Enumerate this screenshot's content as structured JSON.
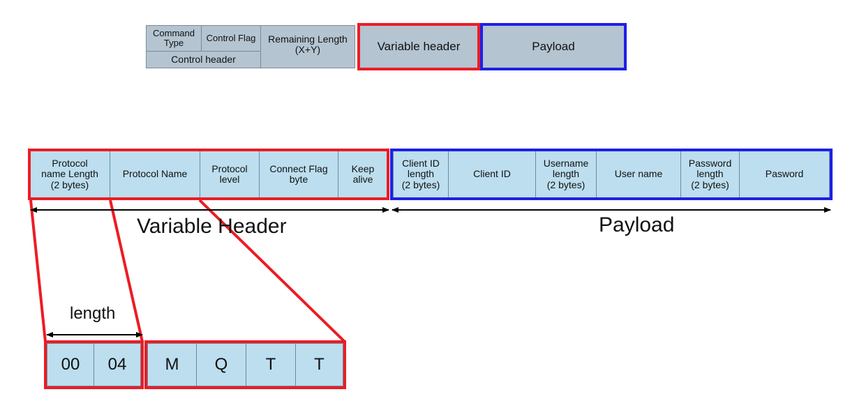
{
  "top": {
    "command_type": "Command\nType",
    "control_flag": "Control Flag",
    "remaining_length": "Remaining Length\n(X+Y)",
    "control_header": "Control header",
    "variable_header": "Variable header",
    "payload": "Payload"
  },
  "variable_header_fields": [
    "Protocol\nname Length\n(2 bytes)",
    "Protocol Name",
    "Protocol\nlevel",
    "Connect Flag\nbyte",
    "Keep\nalive"
  ],
  "payload_fields": [
    "Client ID\nlength\n(2 bytes)",
    "Client ID",
    "Username\nlength\n(2 bytes)",
    "User name",
    "Password\nlength\n(2 bytes)",
    "Pasword"
  ],
  "labels": {
    "variable_header": "Variable Header",
    "payload": "Payload",
    "length": "length"
  },
  "bytes": [
    "00",
    "04",
    "M",
    "Q",
    "T",
    "T"
  ],
  "colors": {
    "red": "#ec1c24",
    "blue": "#1f1fe6",
    "cell_gray": "#b4c4d1",
    "cell_blue": "#bcdeef"
  }
}
